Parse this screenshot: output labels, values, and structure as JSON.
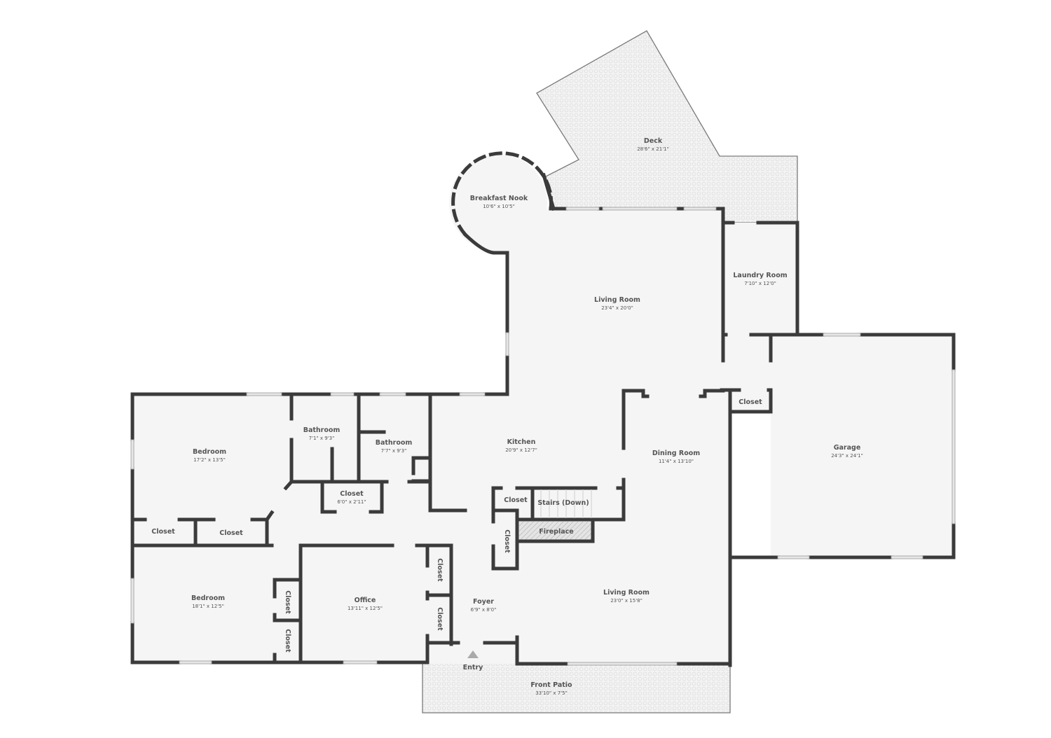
{
  "plan": {
    "colors": {
      "wall": "#3b3b3b",
      "floor": "#f5f5f5",
      "outdoor_stroke": "#7a7a7a",
      "label": "#555555",
      "background": "#ffffff"
    },
    "rooms": {
      "deck": {
        "name": "Deck",
        "dims": "28'6\" x 21'1\""
      },
      "breakfast_nook": {
        "name": "Breakfast Nook",
        "dims": "10'6\" x 10'5\""
      },
      "living_room_upper": {
        "name": "Living Room",
        "dims": "23'4\" x 20'0\""
      },
      "laundry_room": {
        "name": "Laundry Room",
        "dims": "7'10\" x 12'0\""
      },
      "bedroom_upper": {
        "name": "Bedroom",
        "dims": "17'2\" x 13'5\""
      },
      "bathroom_1": {
        "name": "Bathroom",
        "dims": "7'1\" x 9'3\""
      },
      "bathroom_2": {
        "name": "Bathroom",
        "dims": "7'7\" x 9'3\""
      },
      "kitchen": {
        "name": "Kitchen",
        "dims": "20'9\" x 12'7\""
      },
      "dining_room": {
        "name": "Dining Room",
        "dims": "11'4\" x 13'10\""
      },
      "garage": {
        "name": "Garage",
        "dims": "24'3\" x 24'1\""
      },
      "closet_hall": {
        "name": "Closet",
        "dims": "6'0\" x 2'11\""
      },
      "closet_laundry": {
        "name": "Closet"
      },
      "closet_bed_1": {
        "name": "Closet"
      },
      "closet_bed_2": {
        "name": "Closet"
      },
      "closet_kitchen": {
        "name": "Closet"
      },
      "stairs": {
        "name": "Stairs (Down)"
      },
      "fireplace": {
        "name": "Fireplace"
      },
      "closet_foyer": {
        "name": "Closet"
      },
      "closet_office_1": {
        "name": "Closet"
      },
      "closet_office_2": {
        "name": "Closet"
      },
      "closet_bed2_1": {
        "name": "Closet"
      },
      "closet_bed2_2": {
        "name": "Closet"
      },
      "bedroom_lower": {
        "name": "Bedroom",
        "dims": "18'1\" x 12'5\""
      },
      "office": {
        "name": "Office",
        "dims": "13'11\" x 12'5\""
      },
      "foyer": {
        "name": "Foyer",
        "dims": "6'9\" x 8'0\""
      },
      "living_room_lower": {
        "name": "Living Room",
        "dims": "23'0\" x 15'8\""
      },
      "front_patio": {
        "name": "Front Patio",
        "dims": "33'10\" x 7'5\""
      }
    },
    "entry": {
      "label": "Entry",
      "icon": "entry-arrow-icon"
    }
  }
}
